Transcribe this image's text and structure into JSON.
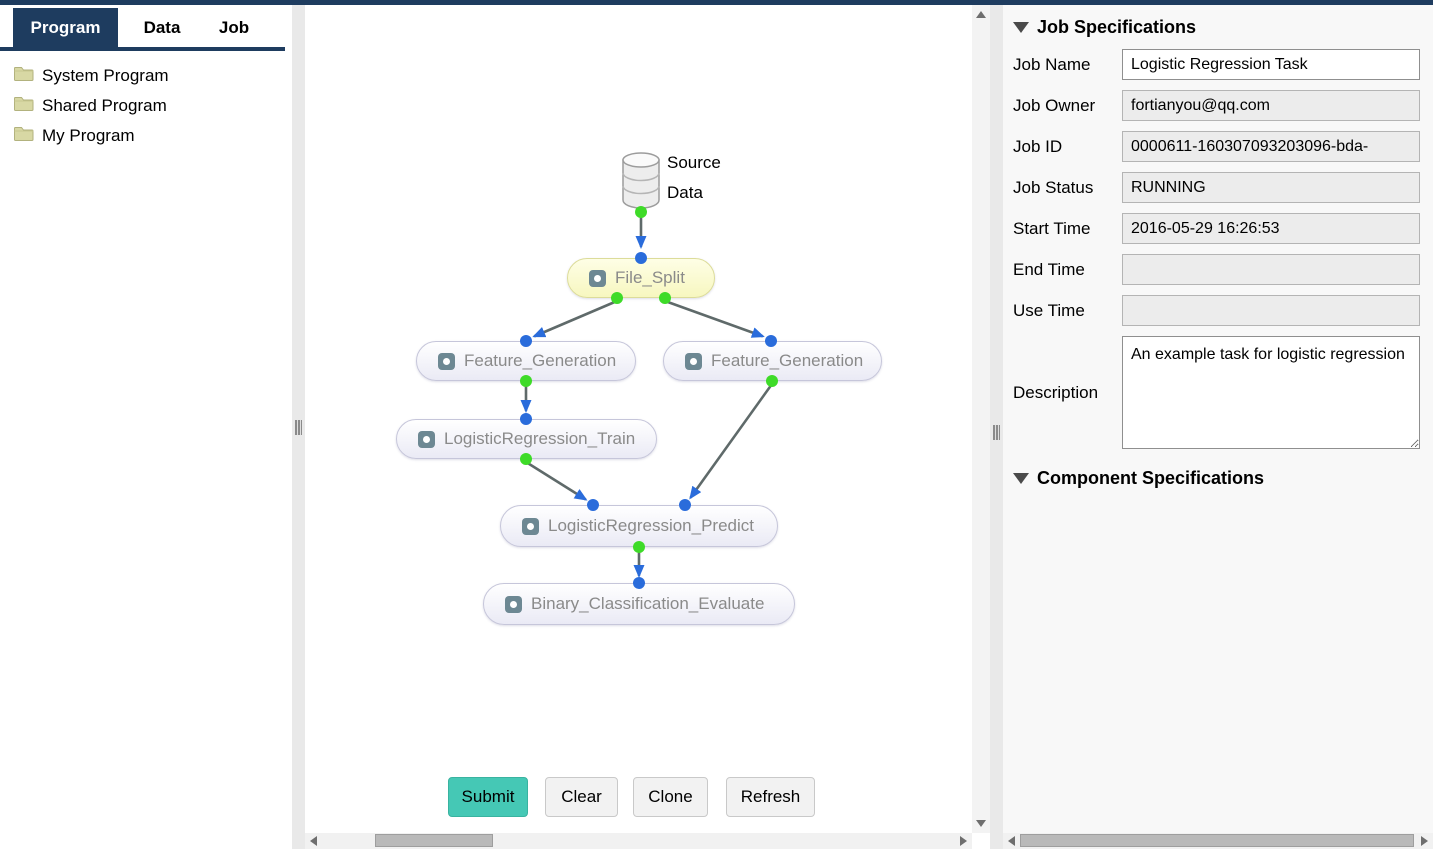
{
  "tabs": [
    {
      "label": "Program",
      "active": true
    },
    {
      "label": "Data",
      "active": false
    },
    {
      "label": "Job",
      "active": false
    }
  ],
  "sidebar": {
    "folders": [
      {
        "label": "System Program"
      },
      {
        "label": "Shared Program"
      },
      {
        "label": "My Program"
      }
    ]
  },
  "canvas": {
    "source": {
      "line1": "Source",
      "line2": "Data"
    },
    "nodes": [
      {
        "label": "File_Split",
        "state": "highlighted"
      },
      {
        "label": "Feature_Generation"
      },
      {
        "label": "Feature_Generation"
      },
      {
        "label": "LogisticRegression_Train"
      },
      {
        "label": "LogisticRegression_Predict"
      },
      {
        "label": "Binary_Classification_Evaluate"
      }
    ],
    "buttons": [
      {
        "label": "Submit"
      },
      {
        "label": "Clear"
      },
      {
        "label": "Clone"
      },
      {
        "label": "Refresh"
      }
    ]
  },
  "job_specifications": {
    "title": "Job Specifications",
    "rows": [
      {
        "label": "Job Name",
        "value": "Logistic Regression Task",
        "editable": true
      },
      {
        "label": "Job Owner",
        "value": "fortianyou@qq.com",
        "editable": false
      },
      {
        "label": "Job ID",
        "value": "0000611-160307093203096-bda-",
        "editable": false
      },
      {
        "label": "Job Status",
        "value": "RUNNING",
        "editable": false
      },
      {
        "label": "Start Time",
        "value": "2016-05-29 16:26:53",
        "editable": false
      },
      {
        "label": "End Time",
        "value": "",
        "editable": false
      },
      {
        "label": "Use Time",
        "value": "",
        "editable": false
      }
    ],
    "description": {
      "label": "Description",
      "value": "An example task for logistic regression"
    }
  },
  "component_specifications": {
    "title": "Component Specifications"
  },
  "colors": {
    "accent_navy": "#1e3c5f",
    "submit_teal": "#45c8b5",
    "port_green": "#3edb28",
    "port_blue": "#2a6cdb",
    "edge_gray": "#5f6a6a",
    "node_highlight_fill": "#f7f7c0",
    "node_border": "#c6c6da",
    "node_text": "#8a8a8a",
    "folder_khaki": "#d8d8a4"
  }
}
